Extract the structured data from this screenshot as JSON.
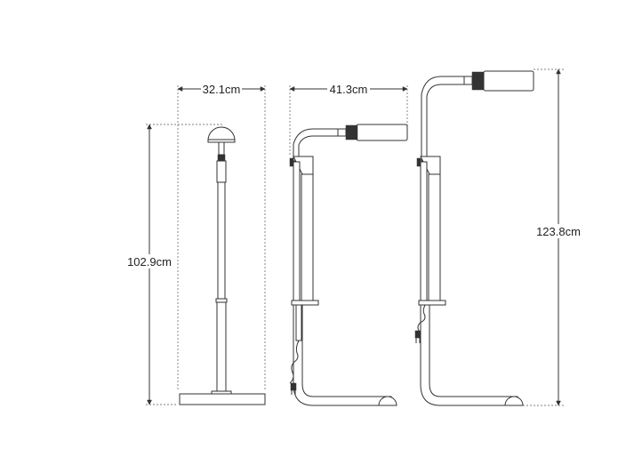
{
  "dimensions": {
    "front_width": "32.1cm",
    "side_width": "41.3cm",
    "low_height": "102.9cm",
    "high_height": "123.8cm"
  }
}
